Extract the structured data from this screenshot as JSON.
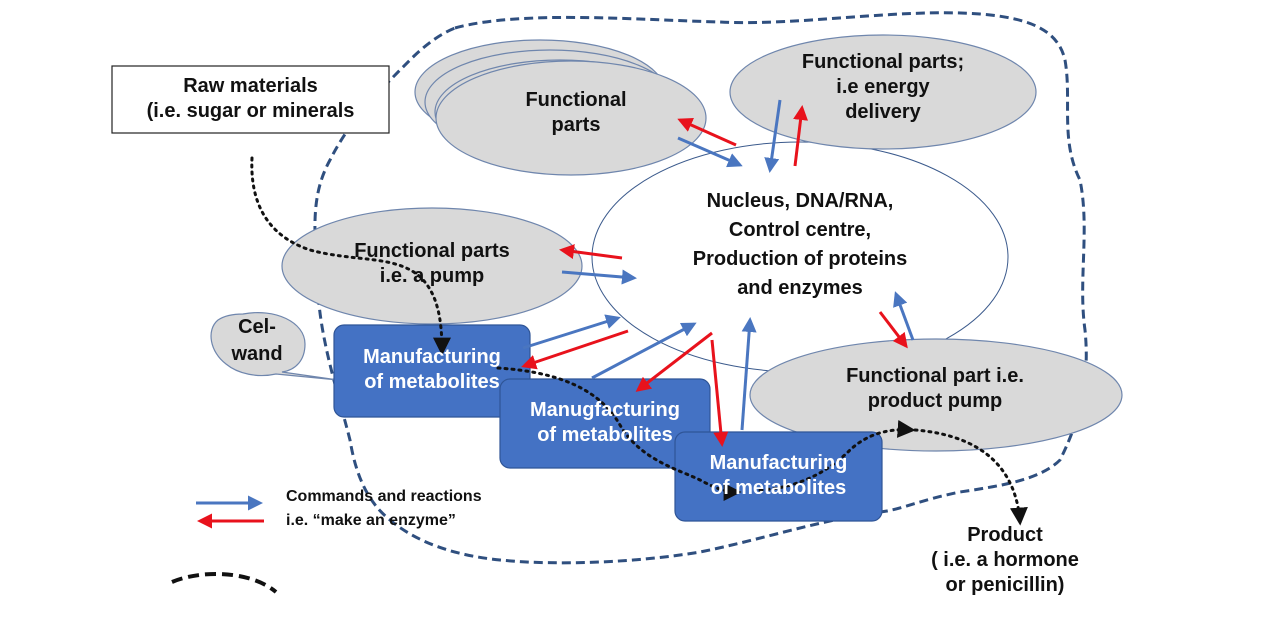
{
  "colors": {
    "membrane": "#2f4f7f",
    "ellipse_fill": "#d9d9d9",
    "ellipse_stroke": "#6f86ad",
    "manufacturing_fill": "#4472c4",
    "manufacturing_stroke": "#2f5597",
    "arrow_blue": "#4a76c0",
    "arrow_red": "#e8121c",
    "dotted_path": "#111111"
  },
  "raw_materials": {
    "line1": "Raw materials",
    "line2": "(i.e. sugar or minerals"
  },
  "functional_parts_top": {
    "line1": "Functional",
    "line2": "parts"
  },
  "energy_delivery": {
    "line1": "Functional parts;",
    "line2": "i.e energy",
    "line3": "delivery"
  },
  "nucleus": {
    "line1": "Nucleus, DNA/RNA,",
    "line2": "Control centre,",
    "line3": "Production of proteins",
    "line4": "and enzymes"
  },
  "pump": {
    "line1": "Functional parts",
    "line2": "i.e. a pump"
  },
  "cell_wall_callout": {
    "line1": "Cel-",
    "line2": "wand"
  },
  "manufacturing_1": {
    "line1": "Manufacturing",
    "line2": "of metabolites"
  },
  "manufacturing_2": {
    "line1": "Manugfacturing",
    "line2": "of metabolites"
  },
  "manufacturing_3": {
    "line1": "Manufacturing",
    "line2": "of metabolites"
  },
  "product_pump": {
    "line1": "Functional part i.e.",
    "line2": "product pump"
  },
  "product": {
    "line1": "Product",
    "line2": "( i.e. a hormone",
    "line3": "or  penicillin)"
  },
  "legend": {
    "commands_line1": "Commands and reactions",
    "commands_line2": "i.e. “make an enzyme”"
  }
}
